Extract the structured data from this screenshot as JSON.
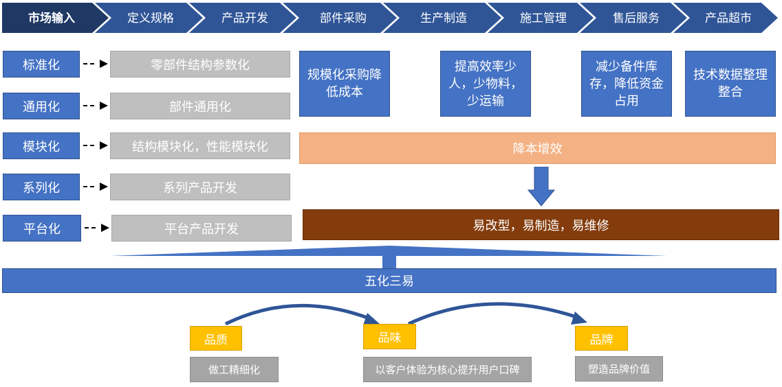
{
  "process_steps": [
    "市场输入",
    "定义规格",
    "产品开发",
    "部件采购",
    "生产制造",
    "施工管理",
    "售后服务",
    "产品超市"
  ],
  "methods": [
    {
      "label": "标准化",
      "desc": "零部件结构参数化"
    },
    {
      "label": "通用化",
      "desc": "部件通用化"
    },
    {
      "label": "模块化",
      "desc": "结构模块化，性能模块化"
    },
    {
      "label": "系列化",
      "desc": "系列产品开发"
    },
    {
      "label": "平台化",
      "desc": "平台产品开发"
    }
  ],
  "benefits": {
    "procurement": "规模化采购降低成本",
    "manufacturing": "提高效率少人，少物料，少运输",
    "after_sales": "减少备件库存，降低资金占用",
    "supermarket": "技术数据整理整合"
  },
  "cost_bar": "降本增效",
  "easy_bar": "易改型，易制造，易维修",
  "base_bar": "五化三易",
  "qualities": [
    {
      "label": "品质",
      "desc": "做工精细化"
    },
    {
      "label": "品味",
      "desc": "以客户体验为核心提升用户口碑"
    },
    {
      "label": "品牌",
      "desc": "塑造品牌价值"
    }
  ],
  "colors": {
    "chevron_dark": "#1f3864",
    "chevron": "#2f5597",
    "blue": "#4472c4",
    "gray": "#bfbfbf",
    "peach": "#f4b183",
    "brown": "#843c0c",
    "gold": "#ffc000"
  }
}
